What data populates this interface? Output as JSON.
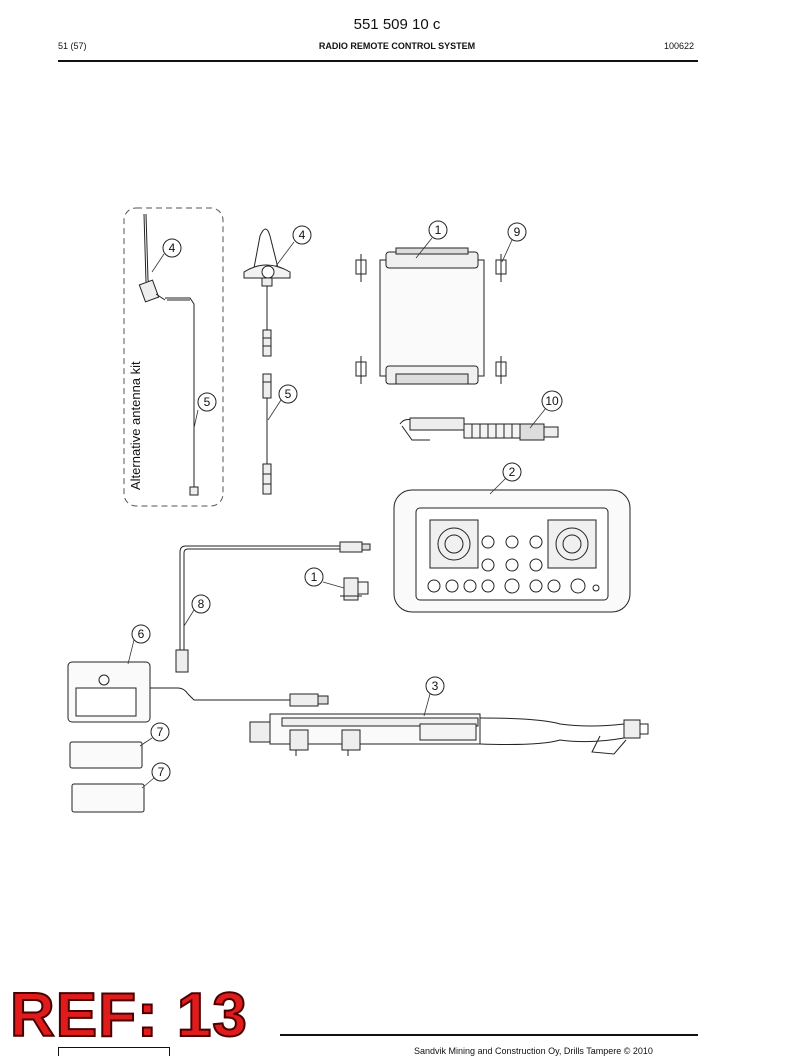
{
  "header": {
    "doc_number": "551 509 10 c",
    "page": "51 (57)",
    "title": "RADIO REMOTE CONTROL SYSTEM",
    "date": "100622"
  },
  "drawing": {
    "alternative_kit_label": "Alternative antenna kit",
    "callouts": [
      "4",
      "4",
      "1",
      "9",
      "5",
      "5",
      "10",
      "2",
      "1",
      "8",
      "6",
      "3",
      "7",
      "7"
    ]
  },
  "stamp": {
    "text": "REF: 13"
  },
  "footer": {
    "copyright": "Sandvik Mining and Construction Oy, Drills Tampere © 2010"
  }
}
